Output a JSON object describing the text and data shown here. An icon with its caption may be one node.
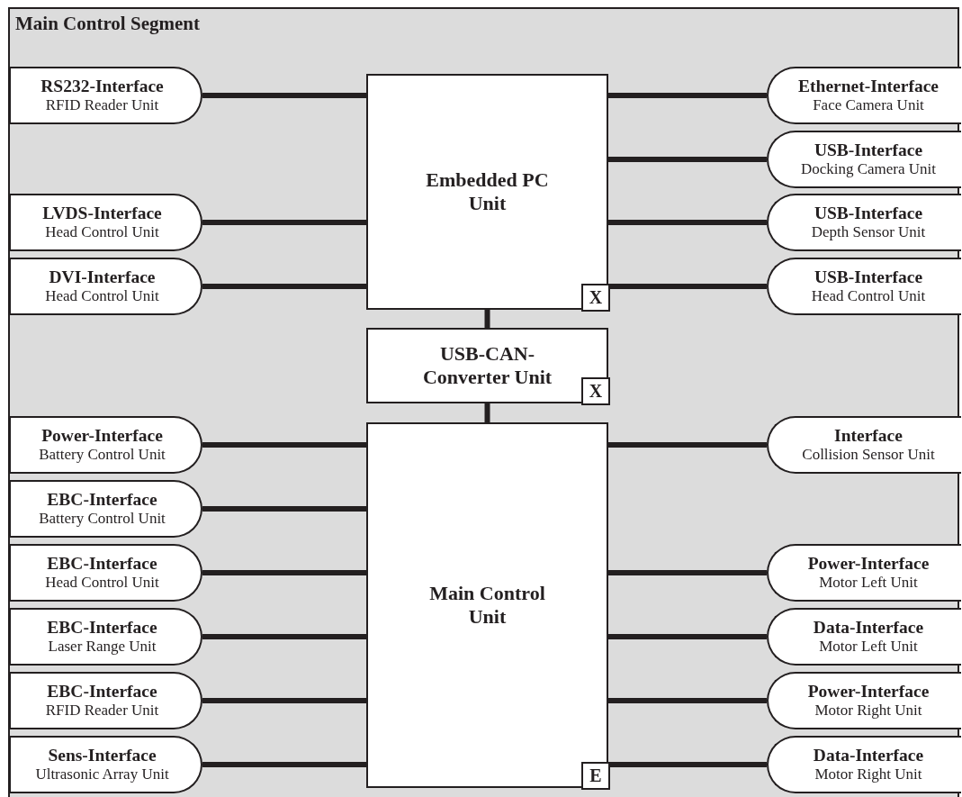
{
  "diagram": {
    "nodes": [
      {
        "text": [
          "Main Control Segment"
        ]
      },
      {
        "text": [
          "Embedded PC Unit"
        ],
        "in": 0
      },
      {
        "text": [
          "X"
        ],
        "in": 1
      },
      {
        "text": [
          "USB-CAN-Converter Unit"
        ],
        "in": 0
      },
      {
        "text": [
          "X"
        ],
        "in": 3
      },
      {
        "text": [
          "Main Control Unit"
        ],
        "in": 0
      },
      {
        "text": [
          "E"
        ],
        "in": 5
      },
      {
        "text": [
          "RS232-Interface",
          "RFID Reader Unit"
        ],
        "in": 0
      },
      {
        "text": [
          "LVDS-Interface",
          "Head Control Unit"
        ],
        "in": 0
      },
      {
        "text": [
          "DVI-Interface",
          "Head Control Unit"
        ],
        "in": 0
      },
      {
        "text": [
          "Power-Interface",
          "Battery Control Unit"
        ],
        "in": 0
      },
      {
        "text": [
          "EBC-Interface",
          "Battery Control Unit"
        ],
        "in": 0
      },
      {
        "text": [
          "EBC-Interface",
          "Head Control Unit"
        ],
        "in": 0
      },
      {
        "text": [
          "EBC-Interface",
          "Laser Range Unit"
        ],
        "in": 0
      },
      {
        "text": [
          "EBC-Interface",
          "RFID Reader Unit"
        ],
        "in": 0
      },
      {
        "text": [
          "Sens-Interface",
          "Ultrasonic Array Unit"
        ],
        "in": 0
      },
      {
        "text": [
          "Ethernet-Interface",
          "Face Camera Unit"
        ],
        "in": 0
      },
      {
        "text": [
          "USB-Interface",
          "Docking Camera Unit"
        ],
        "in": 0
      },
      {
        "text": [
          "USB-Interface",
          "Depth Sensor Unit"
        ],
        "in": 0
      },
      {
        "text": [
          "USB-Interface",
          "Head Control Unit"
        ],
        "in": 0
      },
      {
        "text": [
          "Interface",
          "Collision Sensor Unit"
        ],
        "in": 0
      },
      {
        "text": [
          "Power-Interface",
          "Motor Left Unit"
        ],
        "in": 0
      },
      {
        "text": [
          "Data-Interface",
          "Motor Left Unit"
        ],
        "in": 0
      },
      {
        "text": [
          "Power-Interface",
          "Motor Right Unit"
        ],
        "in": 0
      },
      {
        "text": [
          "Data-Interface",
          "Motor Right Unit"
        ],
        "in": 0
      }
    ],
    "edges": [
      {
        "from": 1,
        "to": 3,
        "arrow": "none"
      },
      {
        "from": 3,
        "to": 5,
        "arrow": "none"
      },
      {
        "from": 7,
        "to": 1,
        "arrow": "none"
      },
      {
        "from": 8,
        "to": 1,
        "arrow": "none"
      },
      {
        "from": 9,
        "to": 1,
        "arrow": "none"
      },
      {
        "from": 10,
        "to": 5,
        "arrow": "none"
      },
      {
        "from": 11,
        "to": 5,
        "arrow": "none"
      },
      {
        "from": 12,
        "to": 5,
        "arrow": "none"
      },
      {
        "from": 13,
        "to": 5,
        "arrow": "none"
      },
      {
        "from": 14,
        "to": 5,
        "arrow": "none"
      },
      {
        "from": 15,
        "to": 5,
        "arrow": "none"
      },
      {
        "from": 1,
        "to": 16,
        "arrow": "none"
      },
      {
        "from": 1,
        "to": 17,
        "arrow": "none"
      },
      {
        "from": 1,
        "to": 18,
        "arrow": "none"
      },
      {
        "from": 1,
        "to": 19,
        "arrow": "none"
      },
      {
        "from": 5,
        "to": 20,
        "arrow": "none"
      },
      {
        "from": 5,
        "to": 21,
        "arrow": "none"
      },
      {
        "from": 5,
        "to": 22,
        "arrow": "none"
      },
      {
        "from": 5,
        "to": 23,
        "arrow": "none"
      },
      {
        "from": 5,
        "to": 24,
        "arrow": "none"
      }
    ]
  }
}
